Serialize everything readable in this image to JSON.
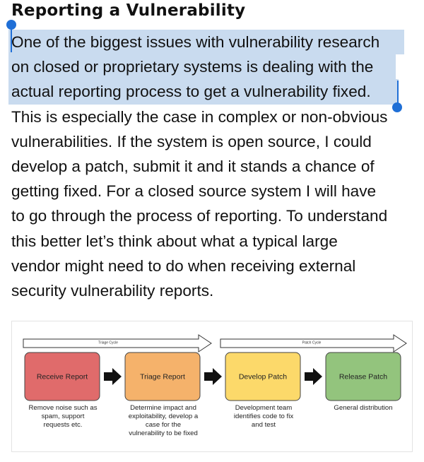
{
  "article": {
    "title": "Reporting a Vulnerability",
    "lines": [
      "One of the biggest issues with vulnerability research",
      "on closed or proprietary systems is dealing with the",
      "actual reporting process to get a vulnerability fixed.",
      "This is especially the case in complex or non-obvious",
      "vulnerabilities. If the system is open source, I could",
      "develop a patch, submit it and it stands a chance of",
      "getting fixed. For a closed source system I will have",
      "to go through the process of reporting. To understand",
      "this better let’s think about what a typical large",
      "vendor might need to do when receiving external",
      "security vulnerability reports."
    ]
  },
  "diagram": {
    "cycles": [
      "Triage Cycle",
      "Patch Cycle"
    ],
    "steps": [
      {
        "label": "Receive Report",
        "color": "#e06b6b",
        "desc": [
          "Remove noise such as",
          "spam, support",
          "requests etc."
        ]
      },
      {
        "label": "Triage Report",
        "color": "#f5b26b",
        "desc": [
          "Determine impact and",
          "exploitability, develop a",
          "case for the",
          "vulnerability to be fixed"
        ]
      },
      {
        "label": "Develop Patch",
        "color": "#fcd96a",
        "desc": [
          "Development team",
          "identifies code to fix",
          "and test"
        ]
      },
      {
        "label": "Release Patch",
        "color": "#93c47d",
        "desc": [
          "General distribution"
        ]
      }
    ]
  },
  "colors": {
    "selection": "#c9dbef",
    "handle": "#1f6fd6"
  }
}
